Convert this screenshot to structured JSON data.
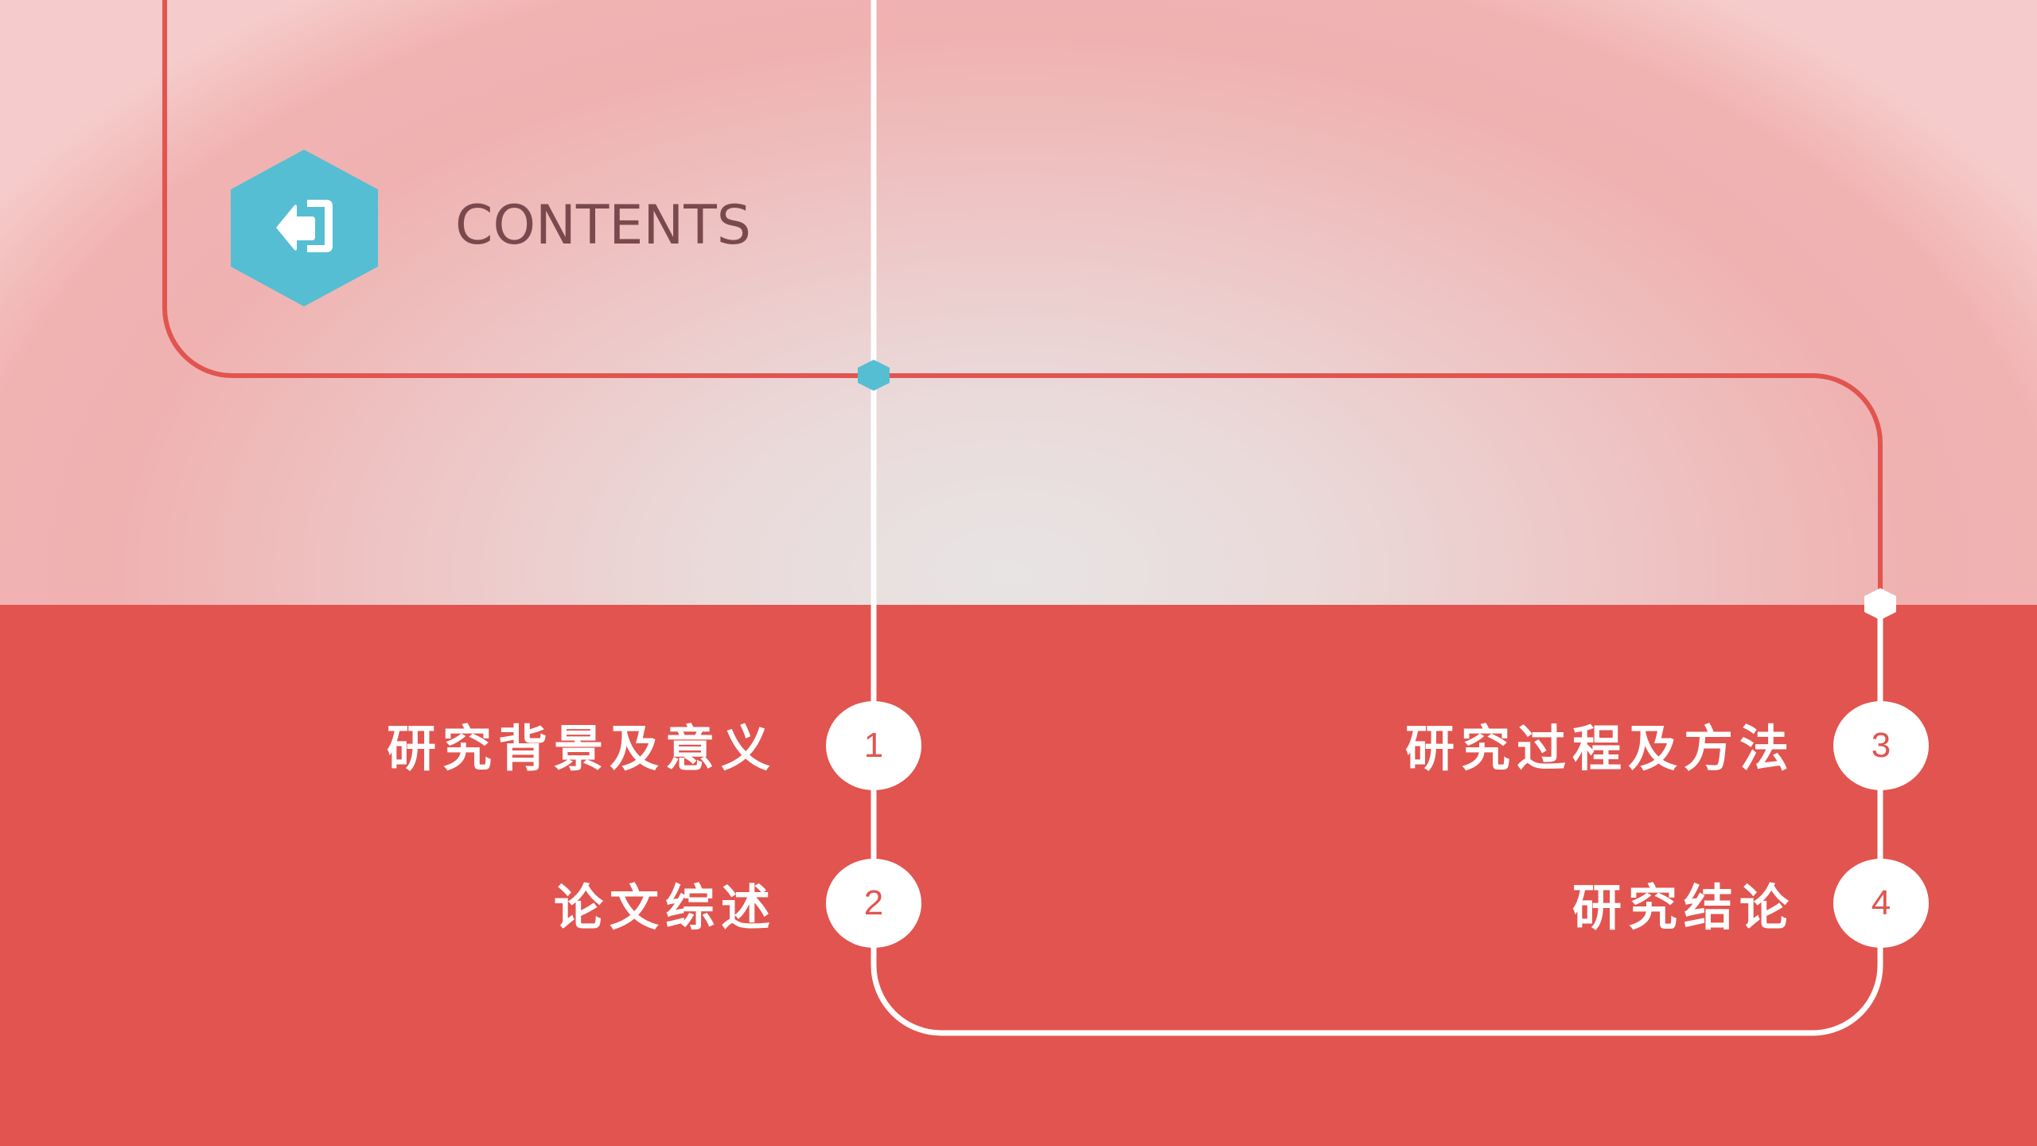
{
  "header": {
    "title": "CONTENTS",
    "icon": "exit-arrow-icon"
  },
  "colors": {
    "accent_red": "#e2544f",
    "accent_blue": "#55bed3",
    "title_color": "#7a494d",
    "white": "#ffffff"
  },
  "items": [
    {
      "number": "1",
      "label": "研究背景及意义"
    },
    {
      "number": "2",
      "label": "论文综述"
    },
    {
      "number": "3",
      "label": "研究过程及方法"
    },
    {
      "number": "4",
      "label": "研究结论"
    }
  ]
}
